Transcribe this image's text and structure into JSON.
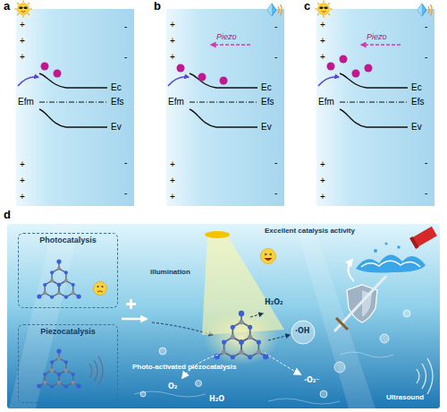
{
  "diagram": {
    "nodes": [
      {
        "text": [
          "Photocatalysis"
        ]
      },
      {
        "text": [
          "Piezocatalysis"
        ]
      }
    ],
    "labels": [
      "a",
      "b",
      "c",
      "d",
      "Ec",
      "Efs",
      "Ev",
      "Efm",
      "+",
      "+",
      "+",
      "+",
      "+",
      "+",
      "-",
      "-",
      "-",
      "-",
      "Ec",
      "Efs",
      "Ev",
      "Efm",
      "+",
      "+",
      "+",
      "+",
      "+",
      "+",
      "-",
      "-",
      "-",
      "-",
      "Piezo",
      "Ec",
      "Efs",
      "Ev",
      "Efm",
      "+",
      "+",
      "+",
      "+",
      "+",
      "+",
      "-",
      "-",
      "-",
      "-",
      "Piezo",
      "illumination",
      "Excellent catalysis activity",
      "H₂O₂",
      "·OH",
      "Photo-activated piezocatalysis",
      "O₂",
      "H₂O",
      "·O₂⁻",
      "Ultrasound"
    ]
  }
}
